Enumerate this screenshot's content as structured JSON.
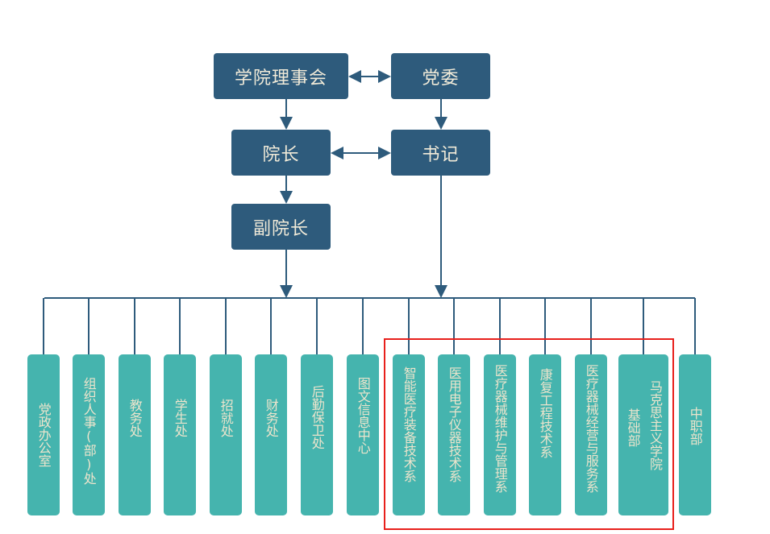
{
  "colors": {
    "leader_box": "#2e5b7c",
    "dept_box": "#45b4ae",
    "text": "#ece4cc",
    "line": "#2e5b7c",
    "highlight": "#e8201c"
  },
  "leadership": {
    "council": "学院理事会",
    "party_committee": "党委",
    "president": "院长",
    "secretary": "书记",
    "vice_president": "副院长"
  },
  "departments": [
    "党政办公室",
    "组织人事(部)处",
    "教务处",
    "学生处",
    "招就处",
    "财务处",
    "后勤保卫处",
    "图文信息中心",
    "智能医疗装备技术系",
    "医用电子仪器技术系",
    "医疗器械维护与管理系",
    "康复工程技术系",
    "医疗器械经营与服务系",
    {
      "line1": "马克思主义学院",
      "line2": "基础部"
    },
    "中职部"
  ]
}
